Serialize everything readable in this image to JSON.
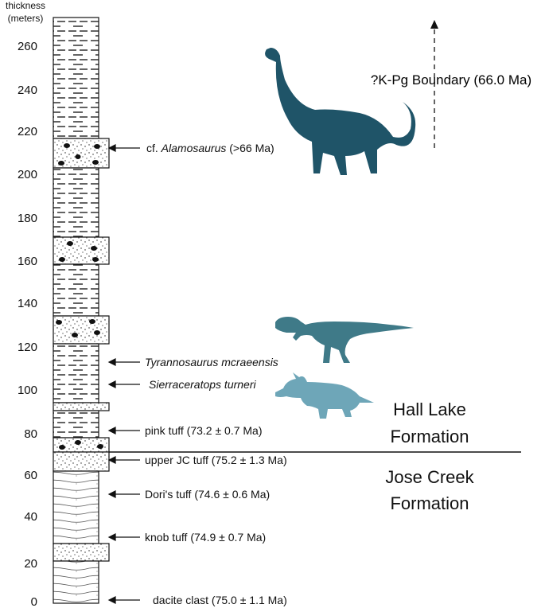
{
  "axis": {
    "title_line1": "thickness",
    "title_line2": "(meters)",
    "ticks": [
      "0",
      "20",
      "40",
      "60",
      "80",
      "100",
      "120",
      "140",
      "160",
      "180",
      "200",
      "220",
      "240",
      "260"
    ]
  },
  "annotations": {
    "alamosaurus_prefix": "cf. ",
    "alamosaurus_genus": "Alamosaurus",
    "alamosaurus_age": " (>66 Ma)",
    "tyrannosaurus": "Tyrannosaurus mcraeensis",
    "sierraceratops": "Sierraceratops turneri",
    "pink_tuff": "pink tuff (73.2 ± 0.7 Ma)",
    "upper_jc_tuff": "upper JC tuff (75.2 ± 1.3 Ma)",
    "doris_tuff": "Dori's tuff (74.6 ± 0.6 Ma)",
    "knob_tuff": "knob tuff (74.9 ± 0.7 Ma)",
    "dacite_clast": "dacite clast (75.0 ± 1.1 Ma)"
  },
  "boundary": "?K-Pg Boundary (66.0 Ma)",
  "formations": {
    "hall_lake_line1": "Hall Lake",
    "hall_lake_line2": "Formation",
    "jose_creek_line1": "Jose Creek",
    "jose_creek_line2": "Formation"
  },
  "colors": {
    "sauropod": "#1f5468",
    "tyrannosaur": "#3f7a88",
    "ceratopsian": "#6ea6b8"
  }
}
